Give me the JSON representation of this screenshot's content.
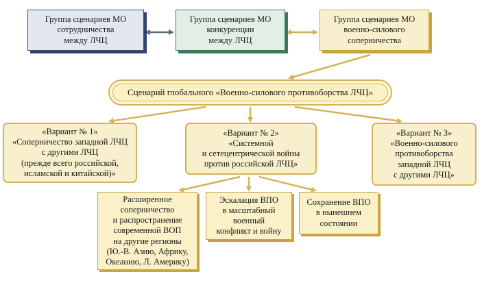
{
  "top_groups": [
    "Группа сценариев МО\nсотрудничества\nмежду ЛЧЦ",
    "Группа сценариев МО\nконкуренции\nмежду ЛЧЦ",
    "Группа сценариев МО\nвоенно-силового\nсоперничества"
  ],
  "global_scenario": "Сценарий глобального «Военно-силового противоборства ЛЧЦ»",
  "variants": [
    "«Вариант № 1»\n«Соперничество западной ЛЧЦ\nс другими ЛЧЦ\n(прежде всего российской,\nисламской и китайской)»",
    "«Вариант № 2»\n«Системной\nи сетецентрической войны\nпротив российской ЛЧЦ»",
    "«Вариант № 3»\n«Военно-силового\nпротивоборства\nзападной ЛЧЦ\nс другими ЛЧЦ»"
  ],
  "sub_outcomes": [
    "Расширенное\nсоперничество\nи распространение\nсовременной ВОП\nна другие регионы\n(Ю.-В. Азию, Африку,\nОкеанию, Л. Америку)",
    "Эскалация ВПО\nв масштабный\nвоенный\nконфликт и войну",
    "Сохранение ВПО\nв нынешнем\nсостоянии"
  ],
  "colors": {
    "navy": "#2f4272",
    "green": "#3a7a5a",
    "gold": "#d6b256",
    "cream": "#f8efcc"
  }
}
